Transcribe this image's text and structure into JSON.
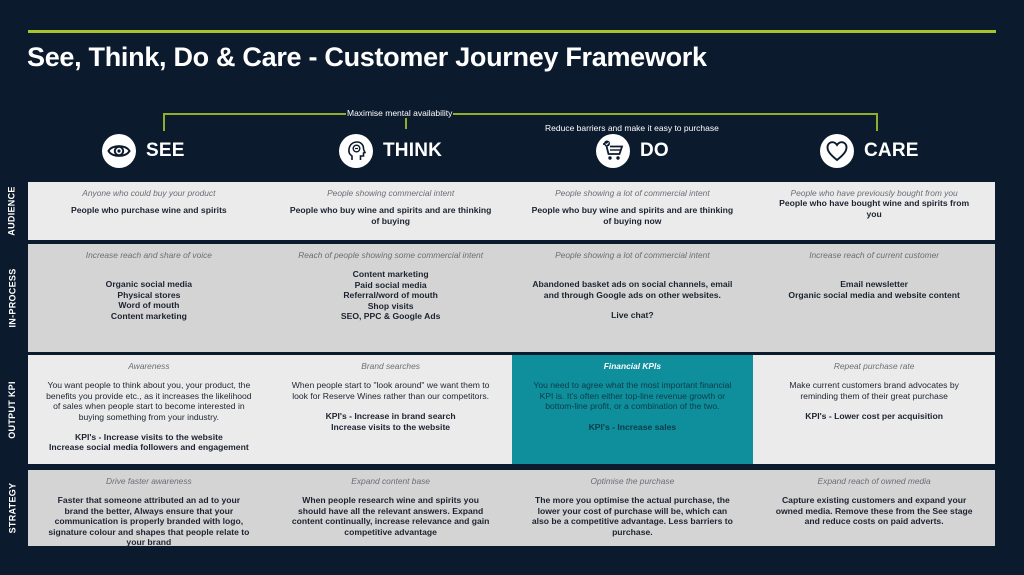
{
  "title": "See, Think, Do & Care - Customer Journey Framework",
  "brackets": {
    "top_label": "Maximise mental availability",
    "bottom_label": "Reduce barriers and make it easy to purchase"
  },
  "colors": {
    "background": "#0c1a2e",
    "accent_line": "#a9c42a",
    "highlight": "#0f8e9c",
    "cell_light": "#ebebeb",
    "cell_mid": "#d4d4d4"
  },
  "stages": [
    {
      "label": "SEE",
      "icon": "eye-icon"
    },
    {
      "label": "THINK",
      "icon": "head-brain-icon"
    },
    {
      "label": "DO",
      "icon": "shopping-cart-icon"
    },
    {
      "label": "CARE",
      "icon": "heart-icon"
    }
  ],
  "rows": [
    {
      "label": "AUDIENCE",
      "cells": [
        {
          "sub": "Anyone who could buy your product",
          "lines": [
            "People who purchase wine and spirits"
          ]
        },
        {
          "sub": "People showing commercial intent",
          "lines": [
            "People who buy wine and spirits and are thinking of buying"
          ]
        },
        {
          "sub": "People showing a lot of commercial intent",
          "lines": [
            "People who buy wine and spirits and are thinking of buying now"
          ]
        },
        {
          "sub": "People who have previously bought from you",
          "lines": [
            "People who have bought wine and spirits from you"
          ]
        }
      ]
    },
    {
      "label": "IN-PROCESS",
      "cells": [
        {
          "sub": "Increase reach and share of voice",
          "lines": [
            "",
            "Organic social media",
            "Physical stores",
            "Word of mouth",
            "Content marketing"
          ]
        },
        {
          "sub": "Reach of people showing some commercial intent",
          "lines": [
            "Content marketing",
            "Paid social media",
            "Referral/word of mouth",
            "Shop visits",
            "SEO, PPC & Google Ads"
          ]
        },
        {
          "sub": "People showing a lot of commercial intent",
          "lines": [
            "",
            "Abandoned basket ads on social channels, email and through Google ads on other websites.",
            "",
            "Live chat?"
          ]
        },
        {
          "sub": "Increase reach of current customer",
          "lines": [
            "",
            "Email newsletter",
            "Organic social media and website content"
          ]
        }
      ]
    },
    {
      "label": "OUTPUT KPI",
      "cells": [
        {
          "sub": "Awareness",
          "lines": [
            "You want people to think about you, your product, the benefits you provide etc., as it increases the likelihood of sales when people start to become interested in buying something from your industry.",
            "",
            "KPI's - Increase visits to the website",
            "Increase social media followers and engagement"
          ]
        },
        {
          "sub": "Brand searches",
          "lines": [
            "When people start to \"look around\" we want them to look for Reserve Wines rather than our competitors.",
            "",
            "KPI's - Increase in brand search",
            "Increase visits to the website"
          ]
        },
        {
          "sub": "Financial KPIs",
          "lines": [
            "You need to agree what the most important financial KPI is. It's often either top-line revenue growth or bottom-line profit, or a combination of the two.",
            "",
            "KPI's - Increase sales"
          ]
        },
        {
          "sub": "Repeat purchase rate",
          "lines": [
            "Make current customers brand advocates by reminding them of their great purchase",
            "",
            "KPI's - Lower cost per acquisition"
          ]
        }
      ]
    },
    {
      "label": "STRATEGY",
      "cells": [
        {
          "sub": "Drive faster awareness",
          "lines": [
            "Faster that someone attributed an ad to your brand the better, Always ensure that your communication is properly branded with logo, signature colour and shapes that people relate to your brand"
          ]
        },
        {
          "sub": "Expand content base",
          "lines": [
            "When people research wine and spirits you should have all the relevant answers. Expand content continually, increase relevance and gain competitive advantage"
          ]
        },
        {
          "sub": "Optimise the purchase",
          "lines": [
            "The more you optimise the actual purchase, the lower your cost of purchase will be, which can also be a competitive advantage. Less barriers to purchase."
          ]
        },
        {
          "sub": "Expand reach of owned media",
          "lines": [
            "Capture existing customers and expand your owned media. Remove these from the See stage and reduce costs on paid adverts."
          ]
        }
      ]
    }
  ]
}
